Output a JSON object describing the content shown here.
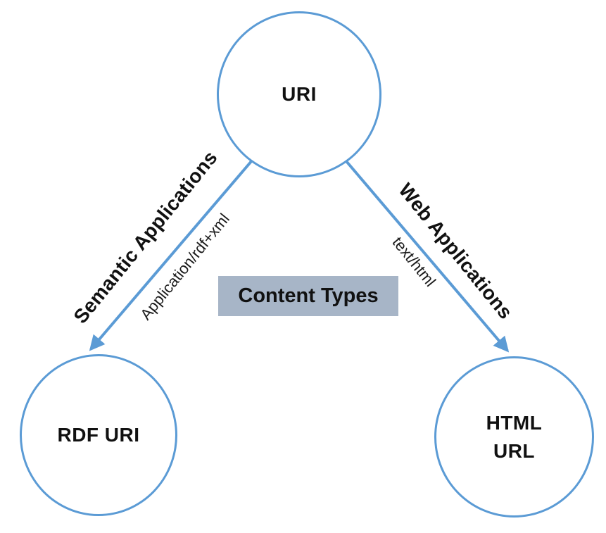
{
  "diagram": {
    "nodes": {
      "uri": {
        "label": "URI"
      },
      "rdf": {
        "label": "RDF URI"
      },
      "html": {
        "label": "HTML\nURL"
      }
    },
    "edges": {
      "semantic": {
        "label": "Semantic Applications",
        "sublabel": "Application/rdf+xml"
      },
      "web": {
        "label": "Web Applications",
        "sublabel": "text/html"
      }
    },
    "content_box": {
      "label": "Content Types"
    },
    "colors": {
      "accent_blue": "#5b9bd5",
      "box_background": "#a7b5c7",
      "text": "#111111"
    }
  }
}
